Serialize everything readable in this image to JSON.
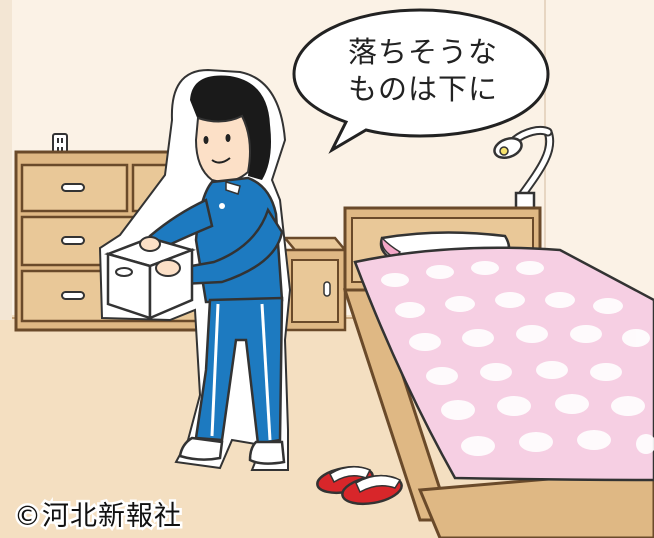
{
  "speech_bubble": {
    "line1": "落ちそうな",
    "line2": "ものは下に"
  },
  "credit": "©河北新報社",
  "colors": {
    "wall": "#fbf2e6",
    "floor": "#f4dfc1",
    "furniture": "#dfb884",
    "tracksuit": "#1d7ac0",
    "duvet": "#f6cfe3",
    "slippers": "#d8262a"
  },
  "icons": [
    "wall-outlet-icon",
    "desk-lamp-icon"
  ]
}
